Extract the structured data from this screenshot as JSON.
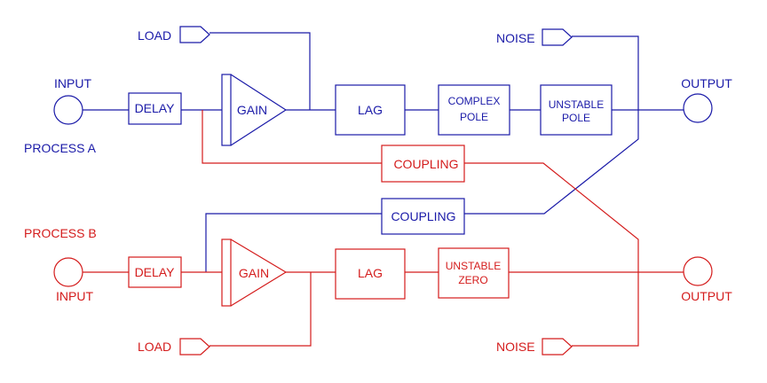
{
  "colors": {
    "process_a": "#1a1aa8",
    "process_b": "#d41c1c",
    "background": "#ffffff"
  },
  "process_a": {
    "label": "PROCESS A",
    "input": "INPUT",
    "delay": "DELAY",
    "gain": "GAIN",
    "load": "LOAD",
    "lag": "LAG",
    "complex_pole": [
      "COMPLEX",
      "POLE"
    ],
    "unstable_pole": [
      "UNSTABLE",
      "POLE"
    ],
    "noise": "NOISE",
    "output": "OUTPUT",
    "coupling": "COUPLING"
  },
  "process_b": {
    "label": "PROCESS B",
    "input": "INPUT",
    "delay": "DELAY",
    "gain": "GAIN",
    "load": "LOAD",
    "lag": "LAG",
    "unstable_zero": [
      "UNSTABLE",
      "ZERO"
    ],
    "noise": "NOISE",
    "output": "OUTPUT",
    "coupling": "COUPLING"
  }
}
